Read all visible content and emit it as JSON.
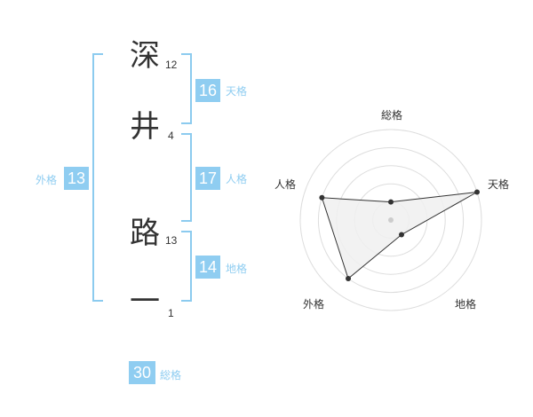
{
  "characters": [
    {
      "char": "深",
      "strokes": "12"
    },
    {
      "char": "井",
      "strokes": "4"
    },
    {
      "char": "路",
      "strokes": "13"
    },
    {
      "char": "一",
      "strokes": "1"
    }
  ],
  "kakusu": {
    "tenkaku": {
      "value": "16",
      "label": "天格"
    },
    "jinkaku": {
      "value": "17",
      "label": "人格"
    },
    "chikaku": {
      "value": "14",
      "label": "地格"
    },
    "gaikaku": {
      "value": "13",
      "label": "外格"
    },
    "soukaku": {
      "value": "30",
      "label": "総格"
    }
  },
  "radar": {
    "axes": [
      "総格",
      "天格",
      "地格",
      "外格",
      "人格"
    ],
    "values": [
      0.2,
      1.0,
      0.2,
      0.8,
      0.8
    ],
    "levels": 5,
    "colors": {
      "fill": "#f0f0f0",
      "grid": "#dddddd",
      "line": "#333333",
      "center": "#cccccc"
    }
  },
  "colors": {
    "accent": "#8fcdf1",
    "bracket": "#8ccbef",
    "text": "#333333"
  }
}
